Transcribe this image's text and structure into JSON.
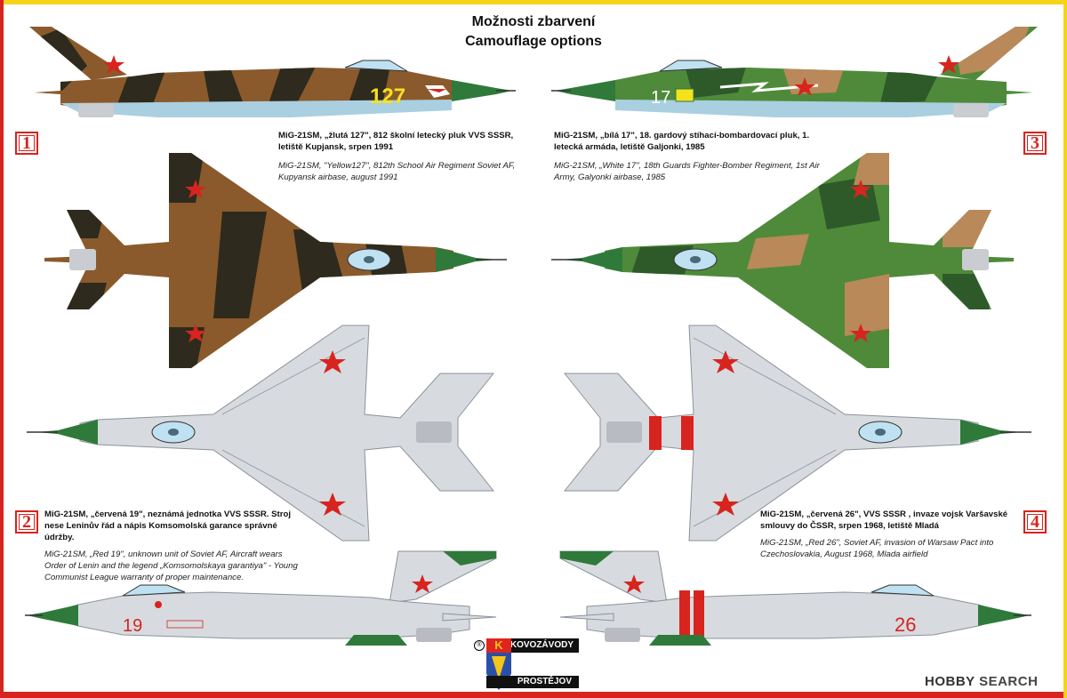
{
  "title": {
    "line1": "Možnosti zbarvení",
    "line2": "Camouflage options"
  },
  "schemes": [
    {
      "number": "1",
      "caption_cz": "MiG-21SM, „žlutá 127\", 812 školní letecký pluk VVS SSSR, letiště Kupjansk, srpen 1991",
      "caption_en": "MiG-21SM, \"Yellow127\", 812th School Air Regiment Soviet AF, Kupyansk airbase, august 1991",
      "marking": "127",
      "marking_color": "#f5e21c"
    },
    {
      "number": "2",
      "caption_cz": "MiG-21SM, „červená 19\", neznámá jednotka VVS SSSR. Stroj nese Leninův řád a nápis Komsomolská garance správné údržby.",
      "caption_en": "MiG-21SM, „Red 19\", unknown unit of Soviet AF, Aircraft wears Order of Lenin and the legend „Komsomolskaya garantiya\" - Young Communist League warranty of proper maintenance.",
      "marking": "19",
      "marking_color": "#d8241e"
    },
    {
      "number": "3",
      "caption_cz": "MiG-21SM, „bílá 17\", 18. gardový stíhací-bombardovací pluk, 1. letecká armáda, letiště Galjonki, 1985",
      "caption_en": "MiG-21SM, „White 17\", 18th Guards Fighter-Bomber Regiment, 1st Air Army, Galyonki airbase, 1985",
      "marking": "17",
      "marking_color": "#ffffff"
    },
    {
      "number": "4",
      "caption_cz": "MiG-21SM, „červená 26\", VVS SSSR , invaze vojsk Varšavské smlouvy do ČSSR, srpen 1968, letiště Mladá",
      "caption_en": "MiG-21SM, „Red 26\", Soviet AF, invasion of Warsaw Pact into Czechoslovakia, August 1968, Mlada airfield",
      "marking": "26",
      "marking_color": "#d8241e"
    }
  ],
  "logo": {
    "top": "KOVOZÁVODY",
    "bottom": "PROSTĚJOV",
    "letter": "K",
    "registered": "®"
  },
  "watermark": {
    "brand": "HOBBY",
    "suffix": "SEARCH"
  },
  "colors": {
    "frame_red": "#d8241e",
    "frame_yellow": "#f7d21a",
    "camo_brown": "#8a5a2c",
    "camo_dark": "#2e2a1d",
    "camo_green": "#4f8a3a",
    "camo_tan": "#b9895a",
    "silver": "#d7dbe0",
    "underside": "#a9cfe0",
    "radome": "#2f7a3a",
    "canopy": "#bfe1f2"
  }
}
